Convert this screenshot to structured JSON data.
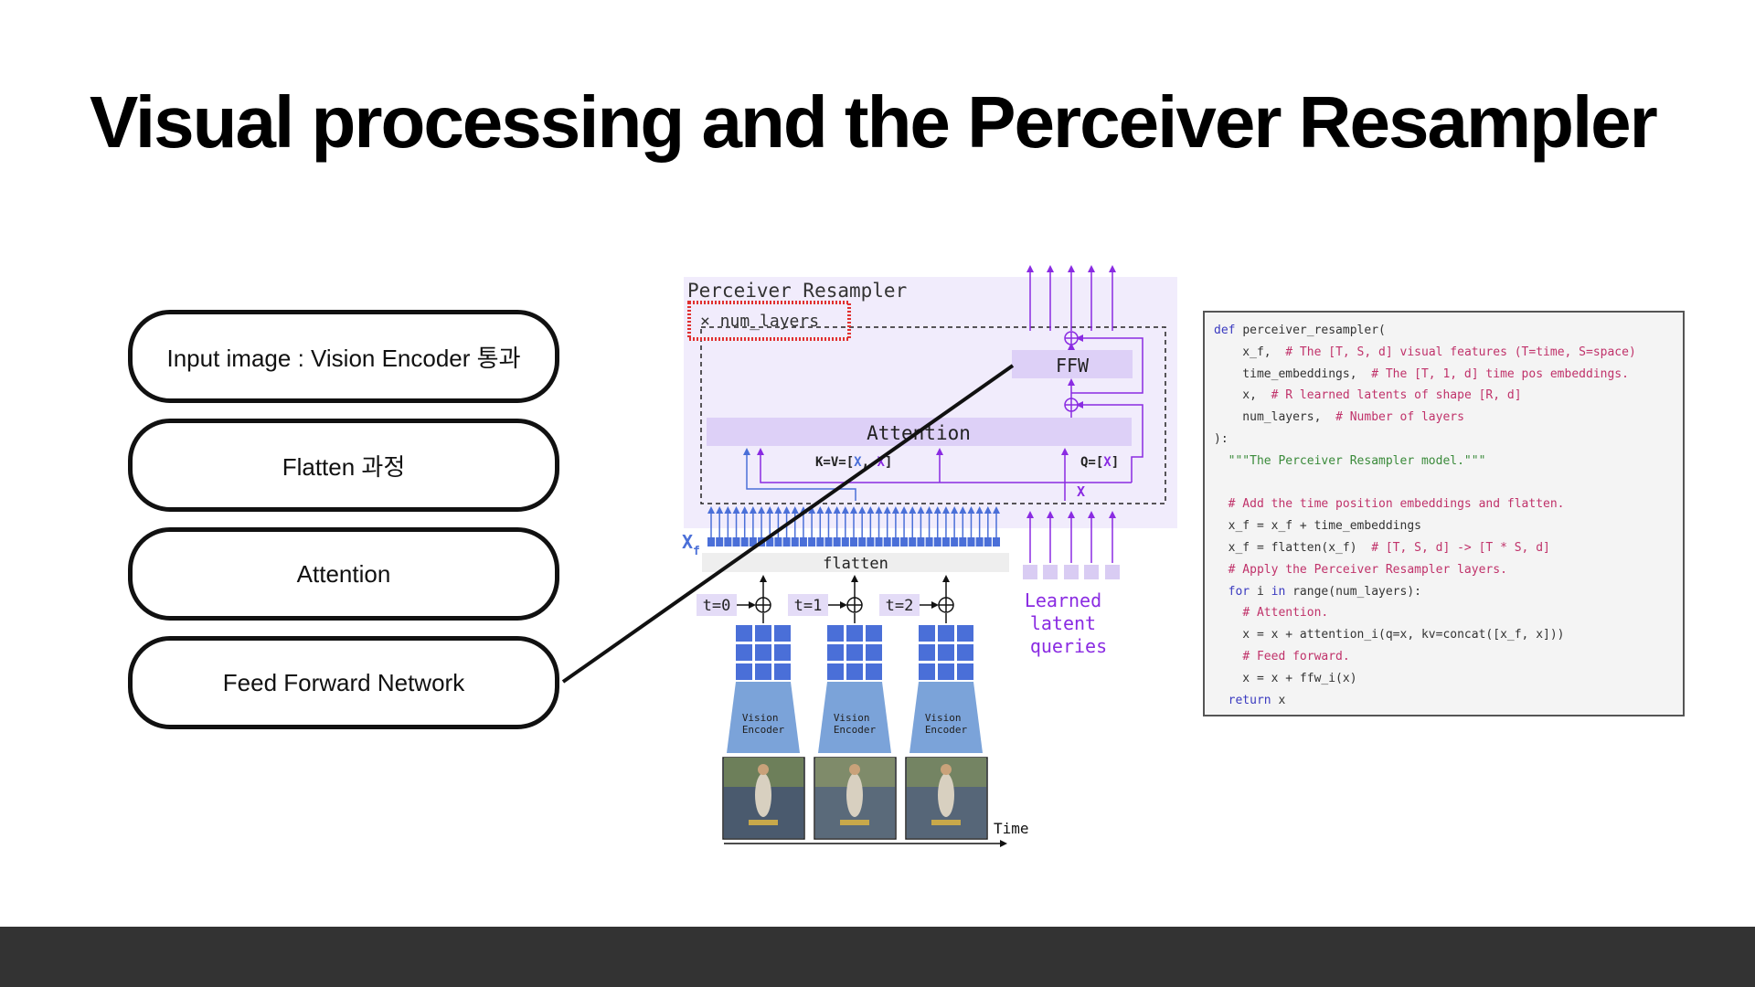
{
  "slide": {
    "title": "Visual processing and the Perceiver Resampler"
  },
  "steps": [
    {
      "label": "Input image : Vision Encoder 통과"
    },
    {
      "label": "Flatten 과정"
    },
    {
      "label": "Attention"
    },
    {
      "label": "Feed Forward Network"
    }
  ],
  "diagram": {
    "block_title": "Perceiver Resampler",
    "num_layers": "× num_layers",
    "ffw": "FFW",
    "attention": "Attention",
    "kv_prefix": "K=V=[",
    "kv_x": "X",
    "kv_sep": ", ",
    "kv_xl": "X",
    "kv_suffix": "]",
    "q_prefix": "Q=[",
    "q_x": "X",
    "q_suffix": "]",
    "x_label": "X",
    "xf_label": "X",
    "xf_sub": "f",
    "flatten": "flatten",
    "time_steps": [
      "t=0",
      "t=1",
      "t=2"
    ],
    "vision_encoder_line1": "Vision",
    "vision_encoder_line2": "Encoder",
    "time_label": "Time",
    "learned_queries": [
      "Learned",
      "latent",
      "queries"
    ],
    "colors": {
      "purple": "#8a2be2",
      "blue": "#4a6fd8",
      "panel": "#f1ecfc",
      "red": "#e03030",
      "encoder": "#7ba3d9"
    }
  },
  "code": {
    "lines": [
      [
        {
          "t": "def ",
          "c": "kw"
        },
        {
          "t": "perceiver_resampler(",
          "c": ""
        }
      ],
      [
        {
          "t": "    x_f,  ",
          "c": ""
        },
        {
          "t": "# The [T, S, d] visual features (T=time, S=space)",
          "c": "cm"
        }
      ],
      [
        {
          "t": "    time_embeddings,  ",
          "c": ""
        },
        {
          "t": "# The [T, 1, d] time pos embeddings.",
          "c": "cm"
        }
      ],
      [
        {
          "t": "    x,  ",
          "c": ""
        },
        {
          "t": "# R learned latents of shape [R, d]",
          "c": "cm"
        }
      ],
      [
        {
          "t": "    num_layers,  ",
          "c": ""
        },
        {
          "t": "# Number of layers",
          "c": "cm"
        }
      ],
      [
        {
          "t": "):",
          "c": ""
        }
      ],
      [
        {
          "t": "  ",
          "c": ""
        },
        {
          "t": "\"\"\"The Perceiver Resampler model.\"\"\"",
          "c": "st"
        }
      ],
      [
        {
          "t": "",
          "c": ""
        }
      ],
      [
        {
          "t": "  ",
          "c": ""
        },
        {
          "t": "# Add the time position embeddings and flatten.",
          "c": "cm"
        }
      ],
      [
        {
          "t": "  x_f = x_f + time_embeddings",
          "c": ""
        }
      ],
      [
        {
          "t": "  x_f = flatten(x_f)  ",
          "c": ""
        },
        {
          "t": "# [T, S, d] -> [T * S, d]",
          "c": "cm"
        }
      ],
      [
        {
          "t": "  ",
          "c": ""
        },
        {
          "t": "# Apply the Perceiver Resampler layers.",
          "c": "cm"
        }
      ],
      [
        {
          "t": "  ",
          "c": ""
        },
        {
          "t": "for ",
          "c": "kw"
        },
        {
          "t": "i ",
          "c": ""
        },
        {
          "t": "in ",
          "c": "kw"
        },
        {
          "t": "range(num_layers):",
          "c": ""
        }
      ],
      [
        {
          "t": "    ",
          "c": ""
        },
        {
          "t": "# Attention.",
          "c": "cm"
        }
      ],
      [
        {
          "t": "    x = x + attention_i(q=x, kv=concat([x_f, x]))",
          "c": ""
        }
      ],
      [
        {
          "t": "    ",
          "c": ""
        },
        {
          "t": "# Feed forward.",
          "c": "cm"
        }
      ],
      [
        {
          "t": "    x = x + ffw_i(x)",
          "c": ""
        }
      ],
      [
        {
          "t": "  ",
          "c": ""
        },
        {
          "t": "return ",
          "c": "kw"
        },
        {
          "t": "x",
          "c": ""
        }
      ]
    ]
  }
}
